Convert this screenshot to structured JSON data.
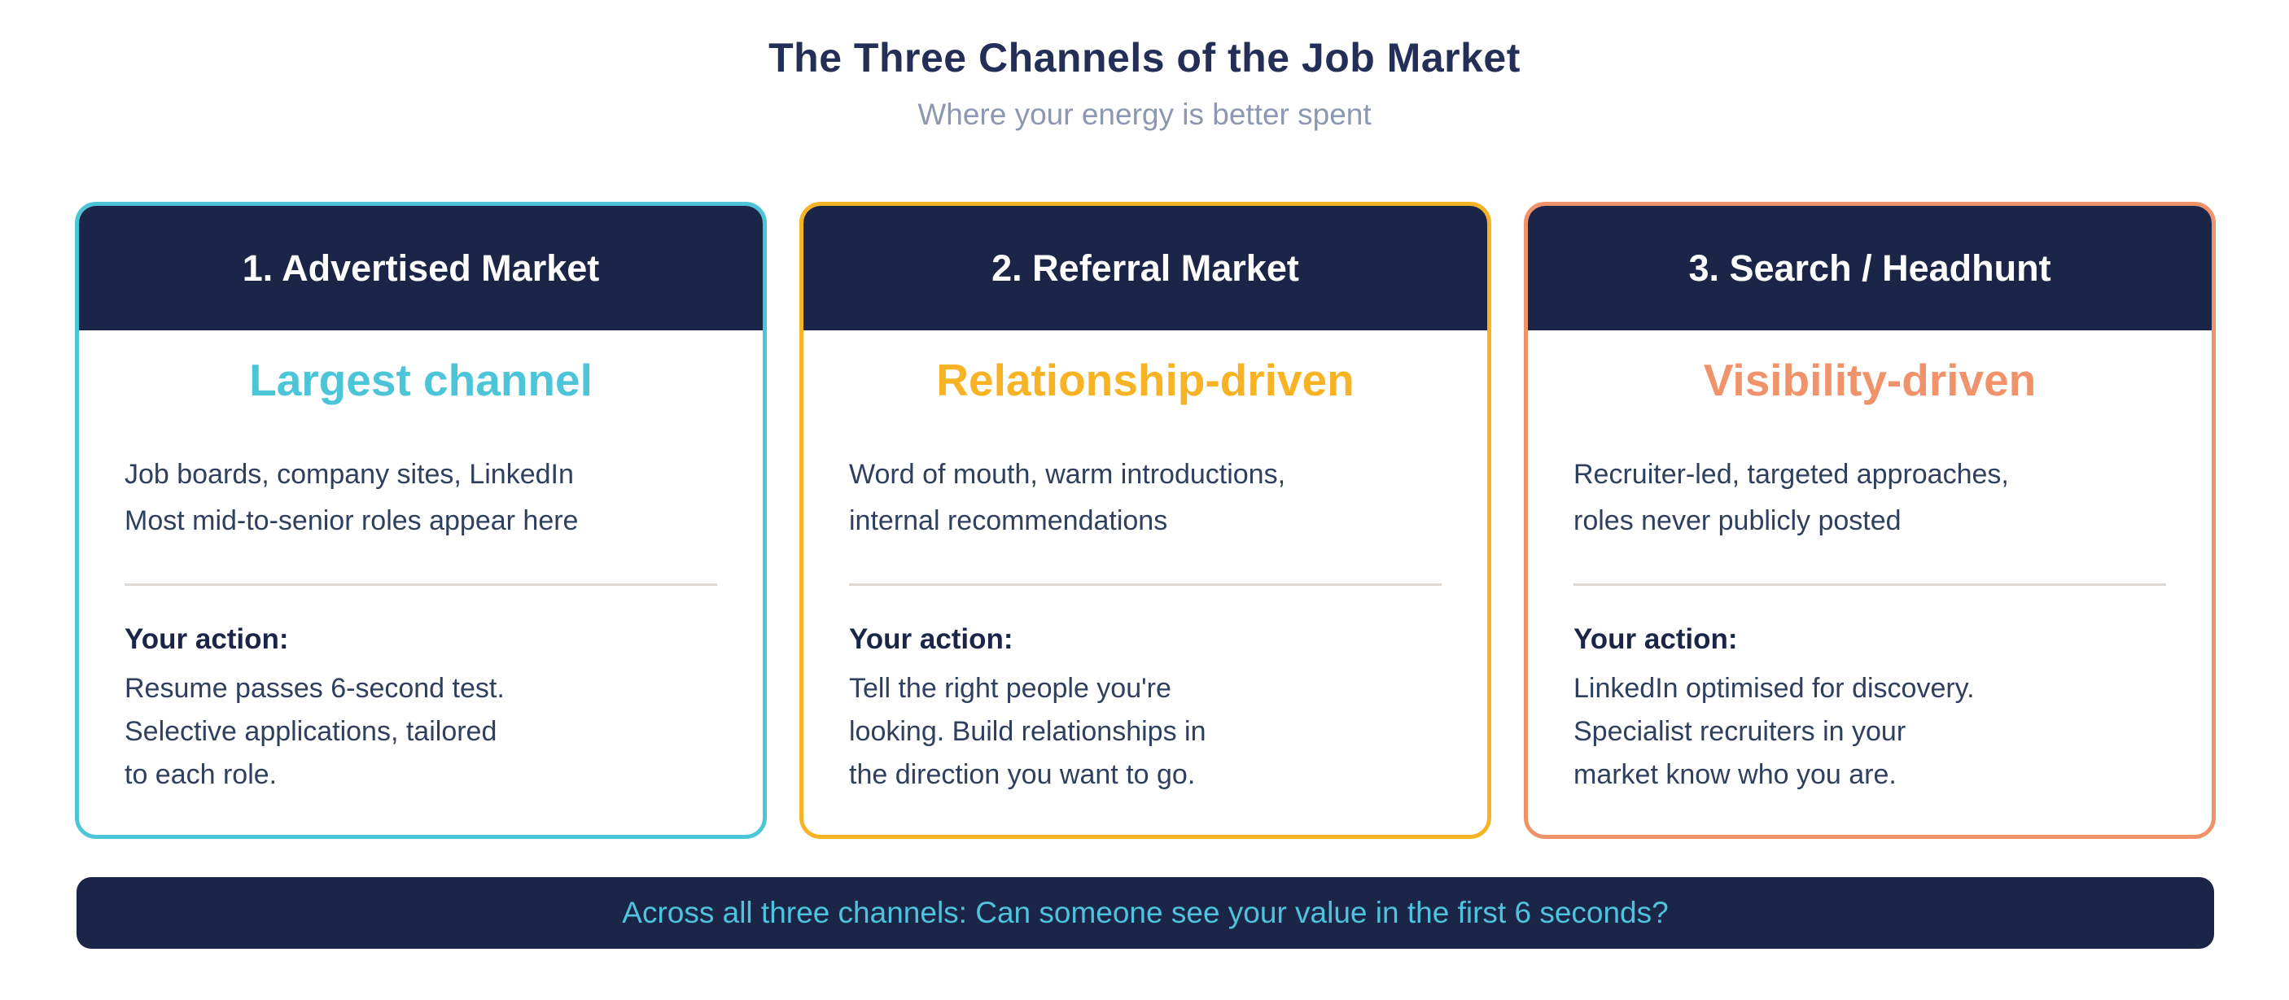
{
  "page": {
    "title": "The Three Channels of the Job Market",
    "subtitle": "Where your energy is better spent"
  },
  "colors": {
    "navy": "#1B2548",
    "title_text": "#232F56",
    "body_text": "#2E405E",
    "subtitle_gray": "#8C98AF",
    "divider_gray": "#DEDAD2",
    "footer_text_teal": "#4EC3DB",
    "card1_accent_teal": "#4DC5D9",
    "card2_accent_amber": "#F8B324",
    "card3_accent_orange": "#F0926A"
  },
  "cards": [
    {
      "header": "1. Advertised Market",
      "headline": "Largest channel",
      "accent": "#4DC5D9",
      "description": [
        "Job boards, company sites, LinkedIn",
        "Most mid-to-senior roles appear here"
      ],
      "action_label": "Your action:",
      "action": [
        "Resume passes 6-second test.",
        "Selective applications, tailored",
        "to each role."
      ]
    },
    {
      "header": "2. Referral Market",
      "headline": "Relationship-driven",
      "accent": "#F8B324",
      "description": [
        "Word of mouth, warm introductions,",
        "internal recommendations"
      ],
      "action_label": "Your action:",
      "action": [
        "Tell the right people you're",
        "looking. Build relationships in",
        "the direction you want to go."
      ]
    },
    {
      "header": "3. Search / Headhunt",
      "headline": "Visibility-driven",
      "accent": "#F0926A",
      "description": [
        "Recruiter-led, targeted approaches,",
        "roles never publicly posted"
      ],
      "action_label": "Your action:",
      "action": [
        "LinkedIn optimised for discovery.",
        "Specialist recruiters in your",
        "market know who you are."
      ]
    }
  ],
  "footer": {
    "text": "Across all three channels: Can someone see your value in the first 6 seconds?"
  }
}
